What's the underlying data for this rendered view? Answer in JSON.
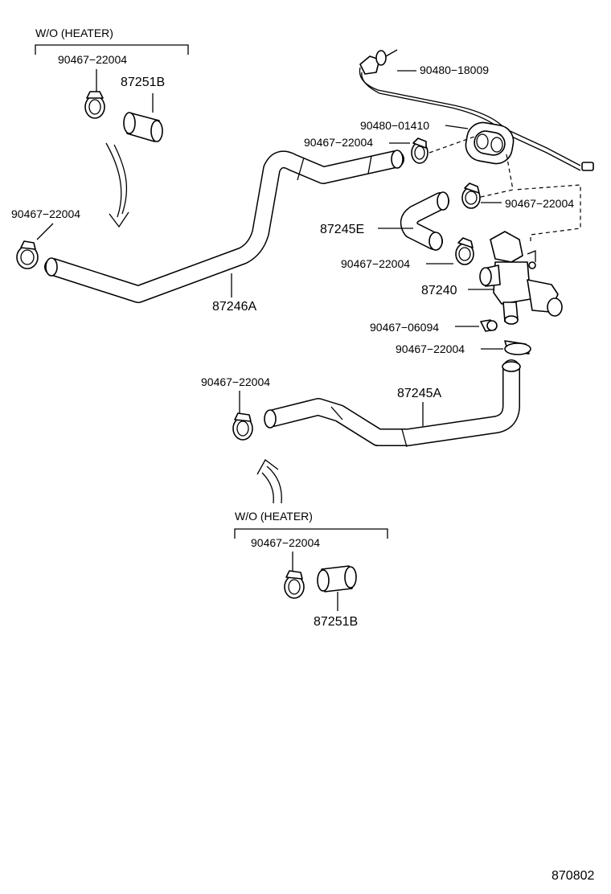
{
  "groups": {
    "top_left_variant": "W/O (HEATER)",
    "bottom_variant": "W/O (HEATER)"
  },
  "parts": {
    "clamp_top_left": "90467−22004",
    "hose_top_left": "87251B",
    "clamp_left": "90467−22004",
    "hose_main_upper": "87246A",
    "grommet_cable": "90480−18009",
    "grommet_plate": "90480−01410",
    "clamp_upper_mid": "90467−22004",
    "clamp_right": "90467−22004",
    "hose_elbow": "87245E",
    "clamp_valve": "90467−22004",
    "water_valve": "87240",
    "screw": "90467−06094",
    "clamp_valve_lower": "90467−22004",
    "clamp_lower_left": "90467−22004",
    "hose_main_lower": "87245A",
    "clamp_bottom": "90467−22004",
    "hose_bottom": "87251B"
  },
  "diagram_code": "870802"
}
